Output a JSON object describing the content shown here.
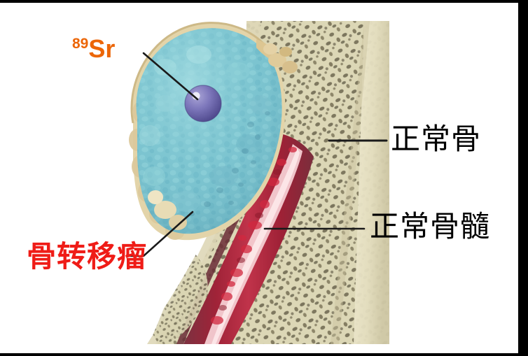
{
  "figure": {
    "title": "89Sr radionuclide therapy in bone metastasis illustration",
    "background_color": "#ffffff",
    "frame_color": "#000000"
  },
  "labels": {
    "sr89": {
      "superscript": "89",
      "symbol": "Sr",
      "color": "#ec6608"
    },
    "normal_bone": {
      "text": "正常骨",
      "color": "#000000"
    },
    "normal_marrow": {
      "text": "正常骨髓",
      "color": "#000000"
    },
    "bone_metastasis": {
      "text": "骨转移瘤",
      "color": "#ef1c17"
    }
  },
  "anatomy": {
    "tumor": {
      "name": "bone metastatic tumor mass",
      "fill_color": "#7cc3cf",
      "capsule_color": "#ded0a8"
    },
    "sr89_particle": {
      "name": "strontium-89 particle",
      "fill_color": "#6f6aad"
    },
    "trabecular_bone": {
      "name": "cancellous / trabecular bone",
      "fill_color": "#ddd8ba",
      "pore_color": "#6e6750"
    },
    "cortical_bone": {
      "name": "cortical bone shell",
      "fill_color": "#e8e3c4"
    },
    "marrow_cavity": {
      "name": "red bone marrow cavity",
      "fill_color": "#a4253a",
      "vessel_color": "#f2c3c8"
    }
  },
  "leader_lines": [
    {
      "name": "sr89-leader",
      "color": "#1a1a1a"
    },
    {
      "name": "normal-bone-leader",
      "color": "#1a1a1a"
    },
    {
      "name": "normal-marrow-leader",
      "color": "#1a1a1a"
    },
    {
      "name": "bone-metastasis-leader",
      "color": "#1a1a1a"
    }
  ]
}
